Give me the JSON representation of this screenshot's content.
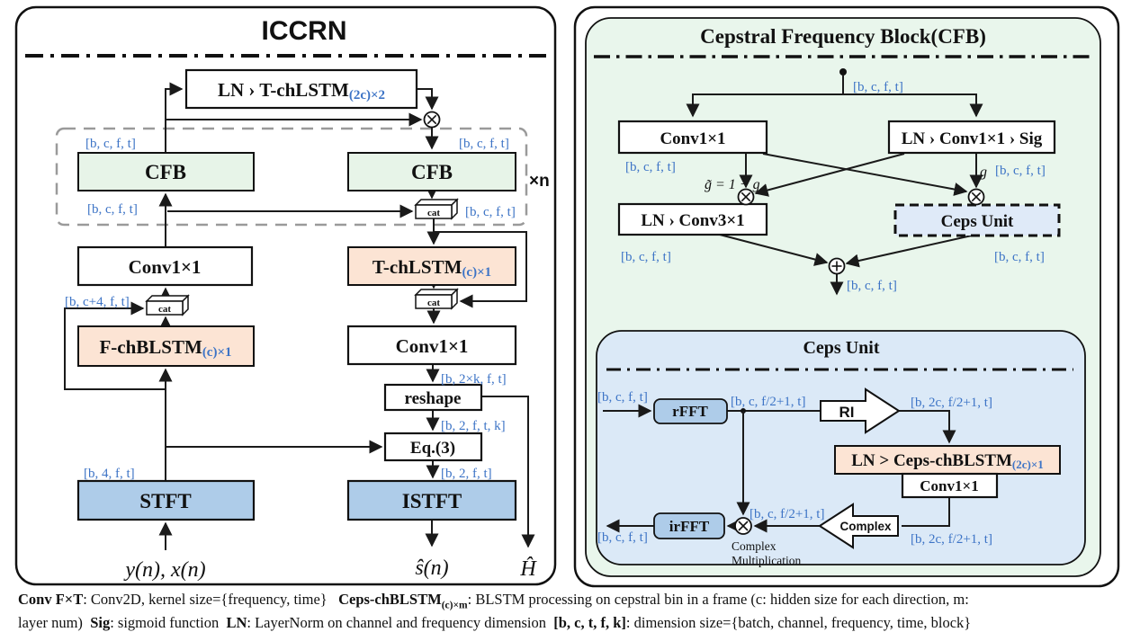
{
  "colors": {
    "dim_label_blue": "#3D74C6",
    "panel_green": "#e9f6ec",
    "cfb_box_green": "#e7f4e8",
    "stft_blue": "#aecce9",
    "peach": "#fce4d4",
    "ceps_panel_blue": "#dbe9f7",
    "ceps_unit_fill": "#dfeaf8",
    "dashed_gray": "#9a9a9a"
  },
  "left": {
    "title": "ICCRN",
    "repeat": "×n",
    "cat1": "cat",
    "cat2": "cat",
    "cat3": "cat",
    "boxes": {
      "ln_tchlstm": {
        "main": "LN › T-chLSTM",
        "sub": "(2c)×2"
      },
      "cfb_left": "CFB",
      "cfb_right": "CFB",
      "conv_left": "Conv1×1",
      "tchlstm": {
        "main": "T-chLSTM",
        "sub": "(c)×1"
      },
      "fchblstm": {
        "main": "F-chBLSTM",
        "sub": "(c)×1"
      },
      "conv_right": "Conv1×1",
      "reshape": "reshape",
      "eq3": "Eq.(3)",
      "stft": "STFT",
      "istft": "ISTFT"
    },
    "dims": {
      "cfb_left_in": "[b, c, f, t]",
      "cfb_right_in": "[b, c, f, t]",
      "cfb_left_out": "[b, c, f, t]",
      "cat_right": "[b, c, f, t]",
      "cat_left": "[b, c+4, f, t]",
      "stft_out": "[b, 4, f, t]",
      "conv_right_out": "[b, 2×k, f, t]",
      "reshape_out": "[b, 2, f, t, k]",
      "eq3_out": "[b, 2, f, t]"
    },
    "io": {
      "input": "y(n), x(n)",
      "output": "ŝ(n)",
      "h_output": "Ĥ"
    }
  },
  "cfb": {
    "title": "Cepstral Frequency Block(CFB)",
    "boxes": {
      "conv1": "Conv1×1",
      "ln_conv_sig": "LN › Conv1×1 › Sig",
      "ln_conv3": "LN › Conv3×1",
      "ceps_unit": "Ceps Unit"
    },
    "labels": {
      "g": "g",
      "gate": "g̃ = 1 − g"
    },
    "dims": {
      "in": "[b, c, f, t]",
      "conv_out": "[b, c, f, t]",
      "sig_out": "[b, c, f, t]",
      "left_out": "[b, c, f, t]",
      "ceps_out": "[b, c, f, t]",
      "out": "[b, c, f, t]"
    }
  },
  "ceps": {
    "title": "Ceps Unit",
    "boxes": {
      "rfft": "rFFT",
      "blstm": {
        "main": "LN > Ceps-chBLSTM",
        "sub": "(2c)×1"
      },
      "conv1": "Conv1×1",
      "irfft": "irFFT"
    },
    "arrows": {
      "ri": "RI",
      "complex": "Complex"
    },
    "mult": {
      "line1": "Complex",
      "line2": "Multiplication"
    },
    "dims": {
      "in": "[b, c, f, t]",
      "rfft_out": "[b, c, f/2+1, t]",
      "ri_out": "[b, 2c, f/2+1, t]",
      "conv_out": "[b, 2c, f/2+1, t]",
      "skip": "[b, c, f/2+1, t]",
      "out": "[b, c, f, t]"
    }
  },
  "caption": {
    "p1": "Conv F×T",
    "p2": ": Conv2D, kernel size={frequency, time}   ",
    "p3": "Ceps-chBLSTM",
    "p4": "(c)×m",
    "p5": ": BLSTM processing on cepstral bin in a frame (c: hidden size for each direction, m:",
    "p6": "layer num)  ",
    "p7": "Sig",
    "p8": ": sigmoid function  ",
    "p9": "LN",
    "p10": ": LayerNorm on channel and frequency dimension  ",
    "p11": "[b, c, t, f, k]",
    "p12": ": dimension size={batch, channel, frequency, time, block}"
  }
}
